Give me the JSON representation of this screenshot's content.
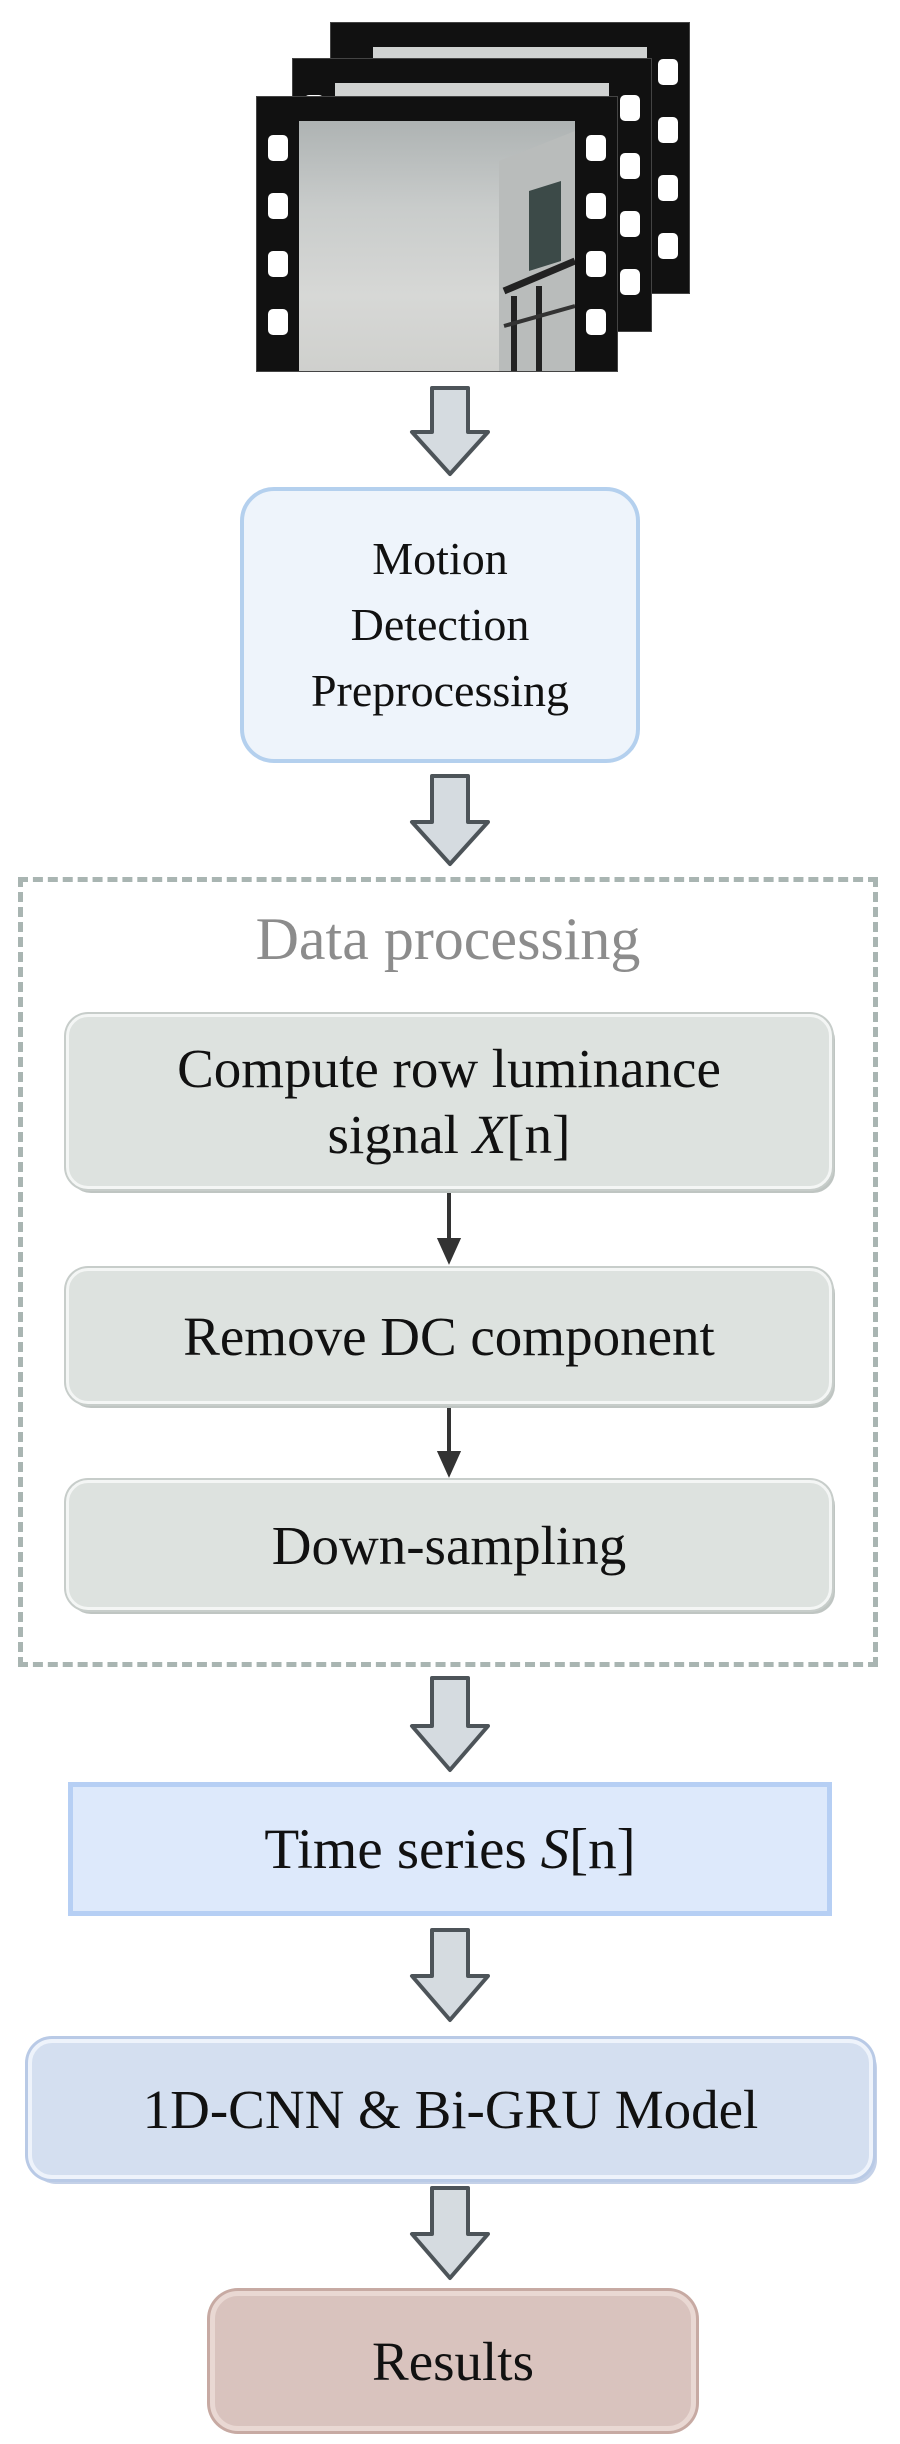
{
  "steps": {
    "motion": [
      "Motion",
      "Detection",
      "Preprocessing"
    ],
    "data_processing_title": "Data processing",
    "compute_line1": "Compute row luminance",
    "compute_line2": "signal ",
    "compute_var": "X",
    "compute_index": "[n]",
    "remove_dc": "Remove DC component",
    "downsampling": "Down-sampling",
    "time_series": "Time series ",
    "time_series_var": "S",
    "time_series_index": "[n]",
    "model": "1D-CNN & Bi-GRU Model",
    "results": "Results"
  },
  "colors": {
    "motion_fill": "#eef4fb",
    "process_fill": "#dde2df",
    "time_series_fill": "#dde9fb",
    "model_fill": "#d4dff0",
    "results_fill": "#d9c3be",
    "hollow_arrow_fill": "#d5dbe0",
    "solid_arrow": "#333333"
  },
  "icons": [
    "video-frames-icon"
  ]
}
